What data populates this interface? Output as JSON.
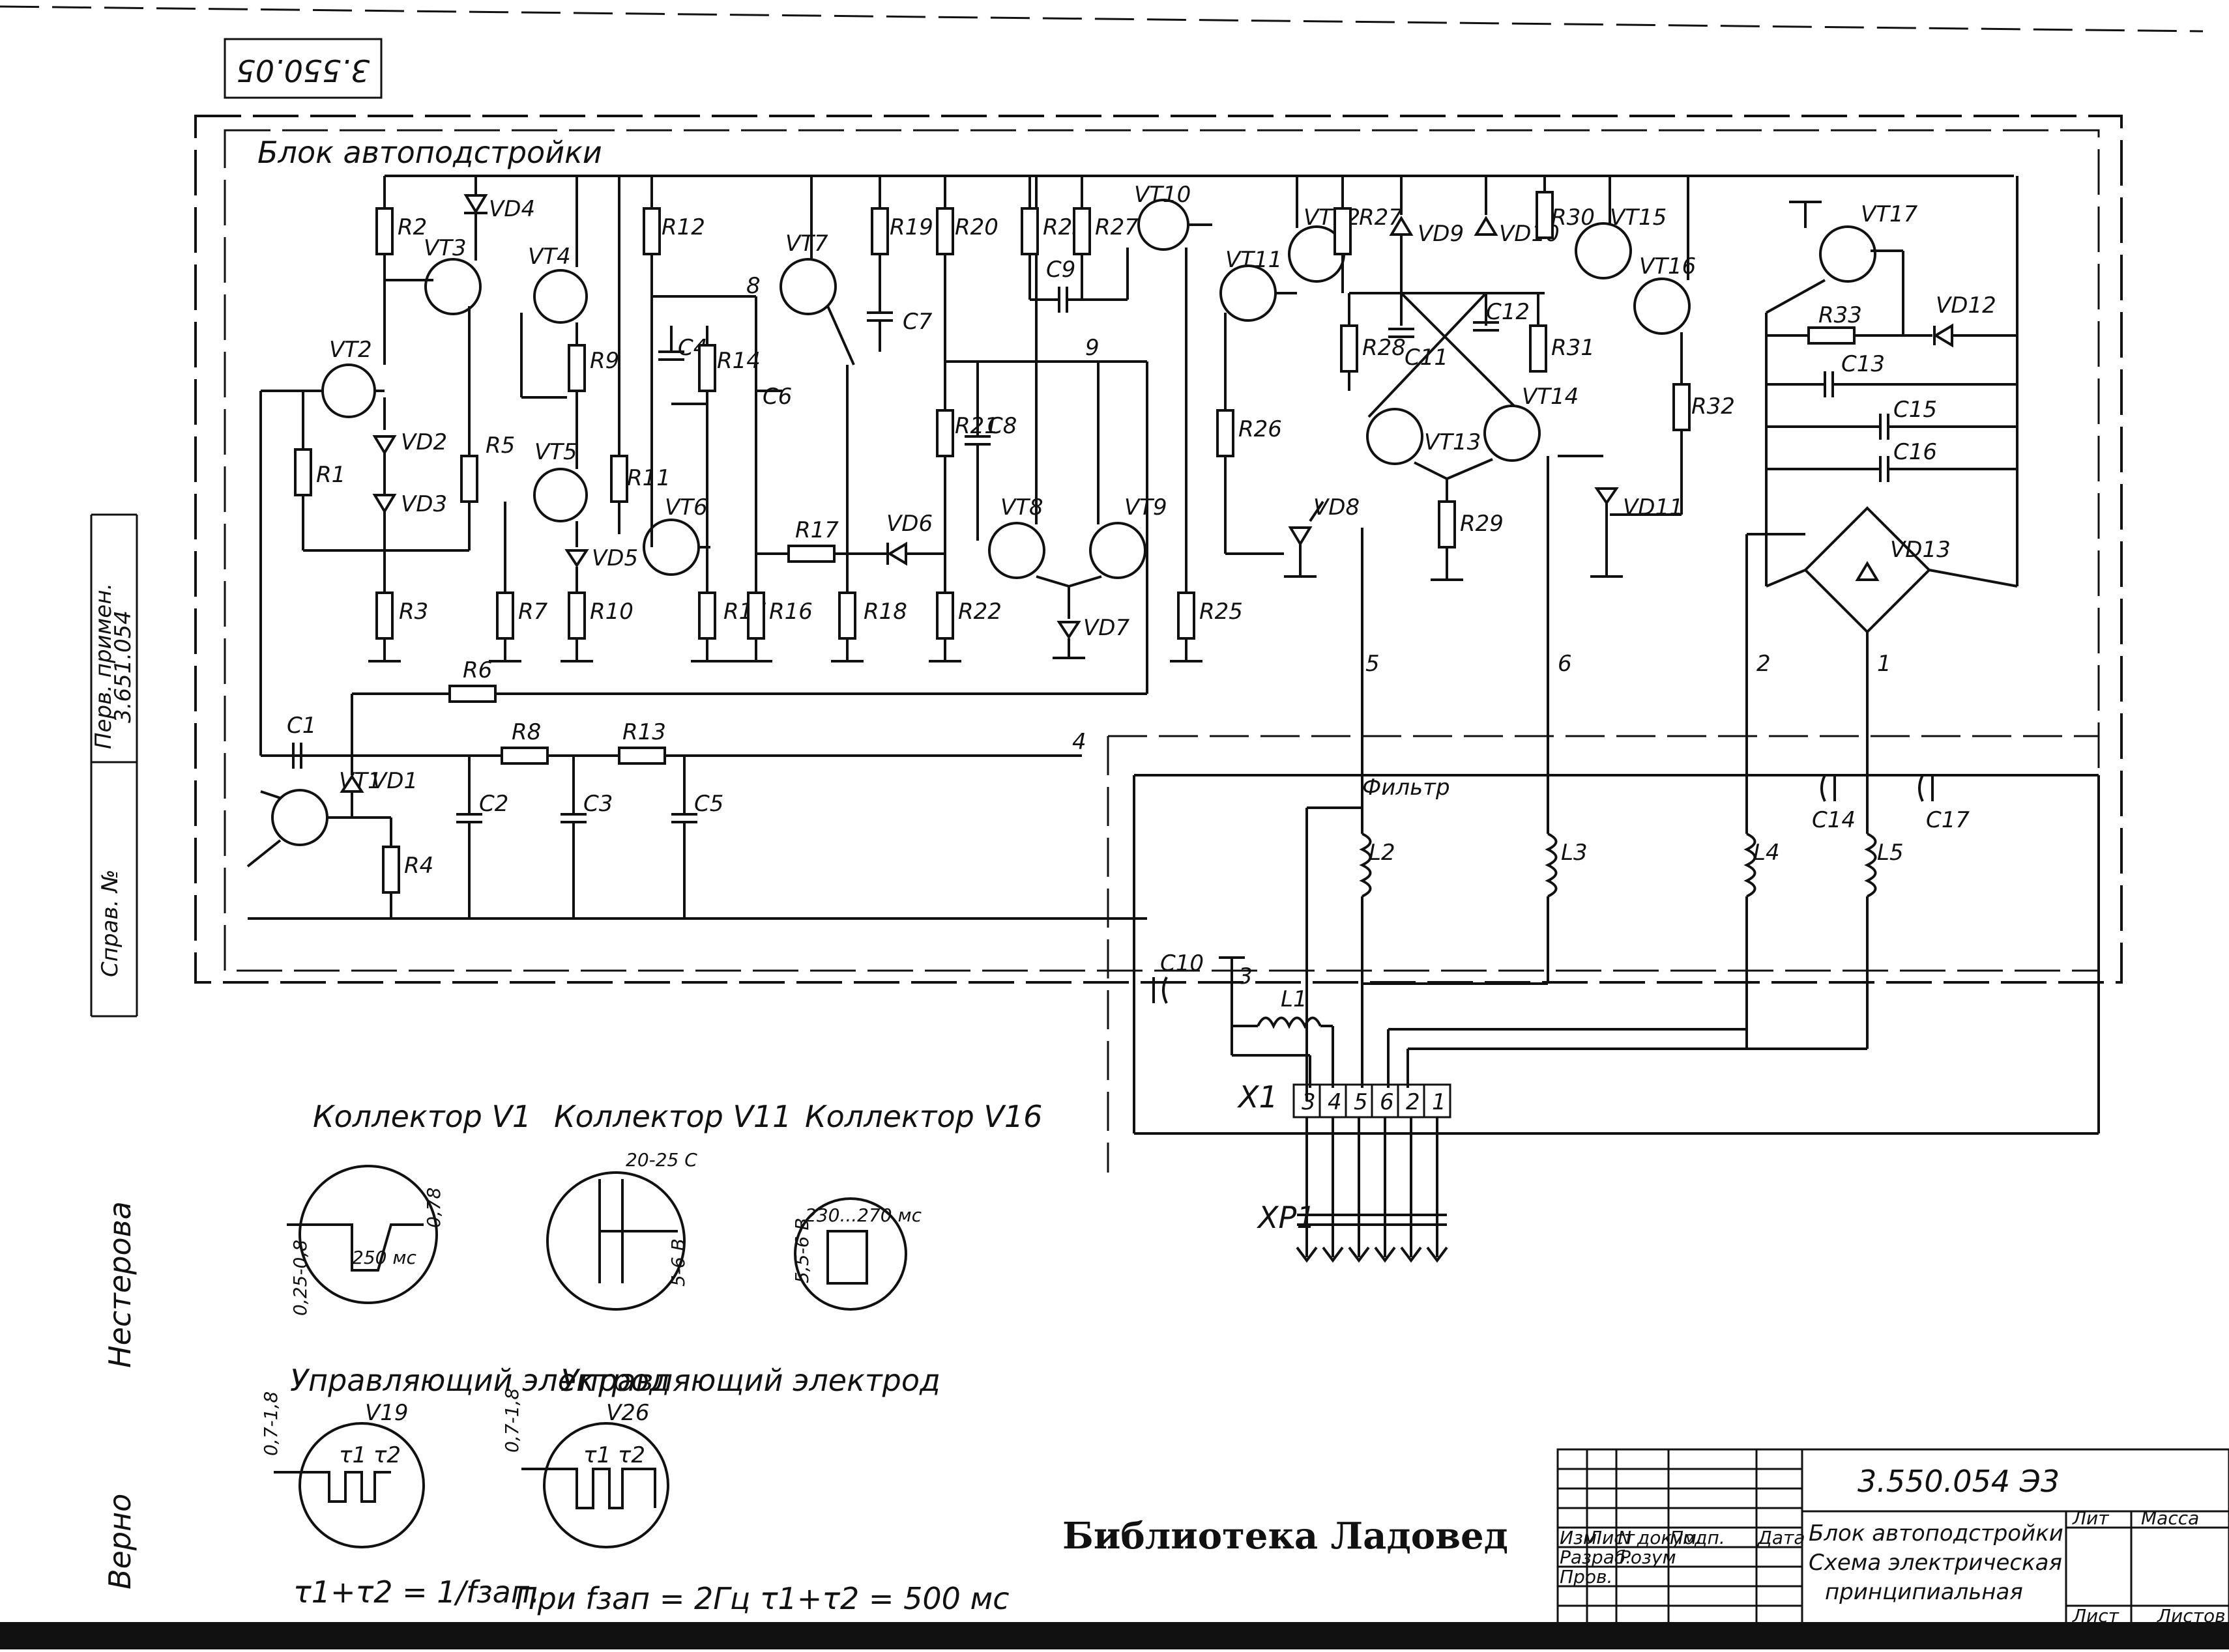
{
  "doc_code_rotated": "3.550.05",
  "block_title": "Блок автоподстройки",
  "filter_label": "Фильтр",
  "components": {
    "resistors": [
      "R1",
      "R2",
      "R3",
      "R4",
      "R5",
      "R6",
      "R7",
      "R8",
      "R9",
      "R10",
      "R11",
      "R12",
      "R13",
      "R14",
      "R15",
      "R16",
      "R17",
      "R18",
      "R19",
      "R20",
      "R21",
      "R22",
      "R23",
      "R25",
      "R26",
      "R27",
      "R28",
      "R29",
      "R30",
      "R31",
      "R32",
      "R33"
    ],
    "capacitors": [
      "C1",
      "C2",
      "C3",
      "C4",
      "C5",
      "C6",
      "C7",
      "C8",
      "C9",
      "C10",
      "C11",
      "C12",
      "C13",
      "C14",
      "C15",
      "C16",
      "C17"
    ],
    "transistors": [
      "VT1",
      "VT2",
      "VT3",
      "VT4",
      "VT5",
      "VT6",
      "VT7",
      "VT8",
      "VT9",
      "VT10",
      "VT11",
      "VT12",
      "VT13",
      "VT14",
      "VT15",
      "VT16",
      "VT17"
    ],
    "diodes": [
      "VD1",
      "VD2",
      "VD3",
      "VD4",
      "VD5",
      "VD6",
      "VD7",
      "VD8",
      "VD9",
      "VD10",
      "VD11",
      "VD12",
      "VD13"
    ],
    "inductors": [
      "L1",
      "L2",
      "L3",
      "L4",
      "L5"
    ]
  },
  "nodes": {
    "n8": "8",
    "n9": "9",
    "n4": "4",
    "n5": "5",
    "n6": "6",
    "n2": "2",
    "n1": "1",
    "n3": "3"
  },
  "connector": {
    "x1_label": "X1",
    "xp1_label": "XP1",
    "pins": [
      "3",
      "4",
      "5",
      "6",
      "2",
      "1"
    ]
  },
  "waveforms": {
    "w1_title": "Коллектор V1",
    "w1_pulse": "250 мс",
    "w1_amp": "0,25-0,8",
    "w1_top": "0,78",
    "w2_title": "Коллектор V11",
    "w2_width": "20-25 С",
    "w2_amp": "5-6 В",
    "w3_title": "Коллектор V16",
    "w3_width": "230...270 мс",
    "w3_amp": "5,5-6 В",
    "w4_title": "Управляющий электрод",
    "w4_sub": "V19",
    "w4_amp": "0,7-1,8",
    "w4_tau": "τ1 τ2",
    "w5_title": "Управляющий электрод",
    "w5_sub": "V26",
    "w5_amp": "0,7-1,8",
    "w5_tau": "τ1 τ2",
    "formula1": "τ1+τ2 = 1/fзап.",
    "formula2": "При fзап = 2Гц  τ1+τ2 = 500 мс"
  },
  "side_stamp": {
    "line1": "Перв. примен.",
    "line2": "3.651.054",
    "line3": "Справ. №",
    "sign1": "Верно",
    "sign2": "Нестерова"
  },
  "title_block": {
    "doc_number": "3.550.054 Э3",
    "title_line1": "Блок автоподстройки",
    "title_line2": "Схема электрическая",
    "title_line3": "принципиальная",
    "col_izm": "Изм",
    "col_list": "Лист",
    "col_ndok": "N докум.",
    "col_podp": "Подп.",
    "col_data": "Дата",
    "row_razrab": "Разраб.",
    "row_prov": "Пров.",
    "name1": "Розум",
    "lit": "Лит",
    "massa": "Масса",
    "list": "Лист",
    "listov": "Листов"
  },
  "library": "Библиотека Ладовед"
}
